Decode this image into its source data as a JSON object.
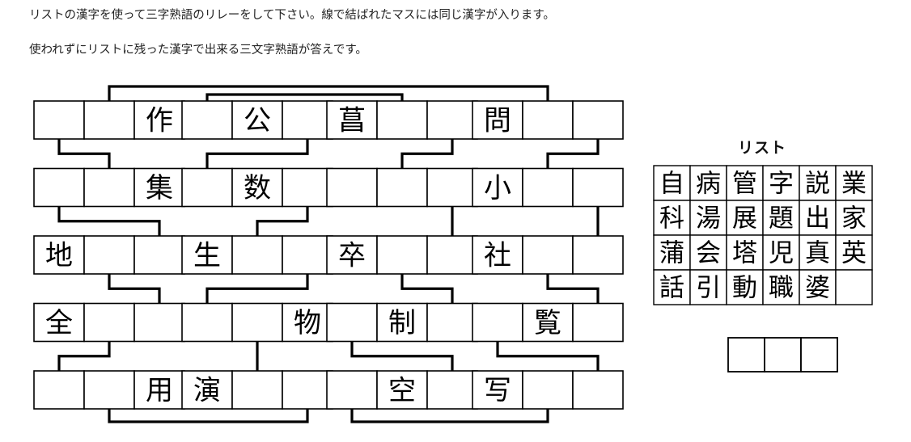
{
  "instructions": {
    "line1": "リストの漢字を使って三字熟語のリレーをして下さい。線で結ばれたマスには同じ漢字が入ります。",
    "line2": "使われずにリストに残った漢字で出来る三文字熟語が答えです。"
  },
  "puzzle": {
    "columns": [
      {
        "id": "column-1",
        "rows": [
          [
            "",
            "",
            "作"
          ],
          [
            "",
            "",
            "集"
          ],
          [
            "地",
            "",
            ""
          ],
          [
            "全",
            "",
            ""
          ],
          [
            "",
            "",
            "用"
          ]
        ]
      },
      {
        "id": "column-2",
        "rows": [
          [
            "",
            "公",
            ""
          ],
          [
            "",
            "数",
            ""
          ],
          [
            "生",
            "",
            ""
          ],
          [
            "",
            "",
            "物"
          ],
          [
            "演",
            "",
            ""
          ]
        ]
      },
      {
        "id": "column-3",
        "rows": [
          [
            "菖",
            "",
            ""
          ],
          [
            "",
            "",
            ""
          ],
          [
            "卒",
            "",
            ""
          ],
          [
            "",
            "制",
            ""
          ],
          [
            "",
            "空",
            ""
          ]
        ]
      },
      {
        "id": "column-4",
        "rows": [
          [
            "問",
            "",
            ""
          ],
          [
            "小",
            "",
            ""
          ],
          [
            "社",
            "",
            ""
          ],
          [
            "",
            "覧",
            ""
          ],
          [
            "写",
            "",
            ""
          ]
        ]
      }
    ],
    "connectors": [
      {
        "name": "top-outer-bar",
        "from": [
          0,
          0,
          1
        ],
        "to": [
          3,
          0,
          1
        ],
        "kind": "top-bar",
        "level": 107
      },
      {
        "name": "top-inner-bar",
        "from": [
          1,
          0,
          0
        ],
        "to": [
          2,
          0,
          1
        ],
        "kind": "top-bar",
        "level": 117
      },
      {
        "name": "col1-r1c1-to-r2c2",
        "from": [
          0,
          0,
          0
        ],
        "to": [
          0,
          1,
          1
        ],
        "kind": "step"
      },
      {
        "name": "col1-r2c1-to-r3c3",
        "from": [
          0,
          1,
          0
        ],
        "to": [
          0,
          2,
          2
        ],
        "kind": "step"
      },
      {
        "name": "col1-r3c2-to-r4c3",
        "from": [
          0,
          2,
          1
        ],
        "to": [
          0,
          3,
          2
        ],
        "kind": "step"
      },
      {
        "name": "col1-r4c2-to-r5c1",
        "from": [
          0,
          3,
          1
        ],
        "to": [
          0,
          4,
          0
        ],
        "kind": "step"
      },
      {
        "name": "col2-r1c3-to-r2c1",
        "from": [
          1,
          0,
          2
        ],
        "to": [
          1,
          1,
          0
        ],
        "kind": "step"
      },
      {
        "name": "col2-r2c3-to-r3c2",
        "from": [
          1,
          1,
          2
        ],
        "to": [
          1,
          2,
          1
        ],
        "kind": "step"
      },
      {
        "name": "col2-r3c3-to-r4c1",
        "from": [
          1,
          2,
          2
        ],
        "to": [
          1,
          3,
          0
        ],
        "kind": "step"
      },
      {
        "name": "col2-r4c2-to-r5c2",
        "from": [
          1,
          3,
          1
        ],
        "to": [
          1,
          4,
          1
        ],
        "kind": "straight"
      },
      {
        "name": "col3-r1c3-to-r2c2",
        "from": [
          2,
          0,
          2
        ],
        "to": [
          2,
          1,
          1
        ],
        "kind": "step"
      },
      {
        "name": "col3-r2c3-to-r3c3",
        "from": [
          2,
          1,
          2
        ],
        "to": [
          2,
          2,
          2
        ],
        "kind": "straight"
      },
      {
        "name": "col3-r3c2-to-r4c3",
        "from": [
          2,
          2,
          1
        ],
        "to": [
          2,
          3,
          2
        ],
        "kind": "step"
      },
      {
        "name": "col3-r4c1-to-r5c3",
        "from": [
          2,
          3,
          0
        ],
        "to": [
          2,
          4,
          2
        ],
        "kind": "step"
      },
      {
        "name": "col4-r1c3-to-r2c2",
        "from": [
          3,
          0,
          2
        ],
        "to": [
          3,
          1,
          1
        ],
        "kind": "step"
      },
      {
        "name": "col4-r2c3-to-r3c3",
        "from": [
          3,
          1,
          2
        ],
        "to": [
          3,
          2,
          2
        ],
        "kind": "straight"
      },
      {
        "name": "col4-r3c2-to-r4c3",
        "from": [
          3,
          2,
          1
        ],
        "to": [
          3,
          3,
          2
        ],
        "kind": "step"
      },
      {
        "name": "col4-r4c1-to-r5c3",
        "from": [
          3,
          3,
          0
        ],
        "to": [
          3,
          4,
          2
        ],
        "kind": "step"
      },
      {
        "name": "bottom-bar-col1-col2",
        "from": [
          0,
          4,
          1
        ],
        "to": [
          1,
          4,
          2
        ],
        "kind": "bottom-bar",
        "level": 522
      },
      {
        "name": "bottom-bar-col3-col4",
        "from": [
          2,
          4,
          0
        ],
        "to": [
          3,
          4,
          1
        ],
        "kind": "bottom-bar",
        "level": 522
      }
    ]
  },
  "list": {
    "title": "リスト",
    "rows": [
      [
        "自",
        "病",
        "管",
        "字",
        "説",
        "業"
      ],
      [
        "科",
        "湯",
        "展",
        "題",
        "出",
        "家"
      ],
      [
        "蒲",
        "会",
        "塔",
        "児",
        "真",
        "英"
      ],
      [
        "話",
        "引",
        "動",
        "職",
        "婆",
        ""
      ]
    ]
  },
  "answer": {
    "cells": [
      "",
      "",
      ""
    ]
  },
  "colors": {
    "ink": "#000000",
    "background": "#ffffff",
    "text": "#222222"
  }
}
